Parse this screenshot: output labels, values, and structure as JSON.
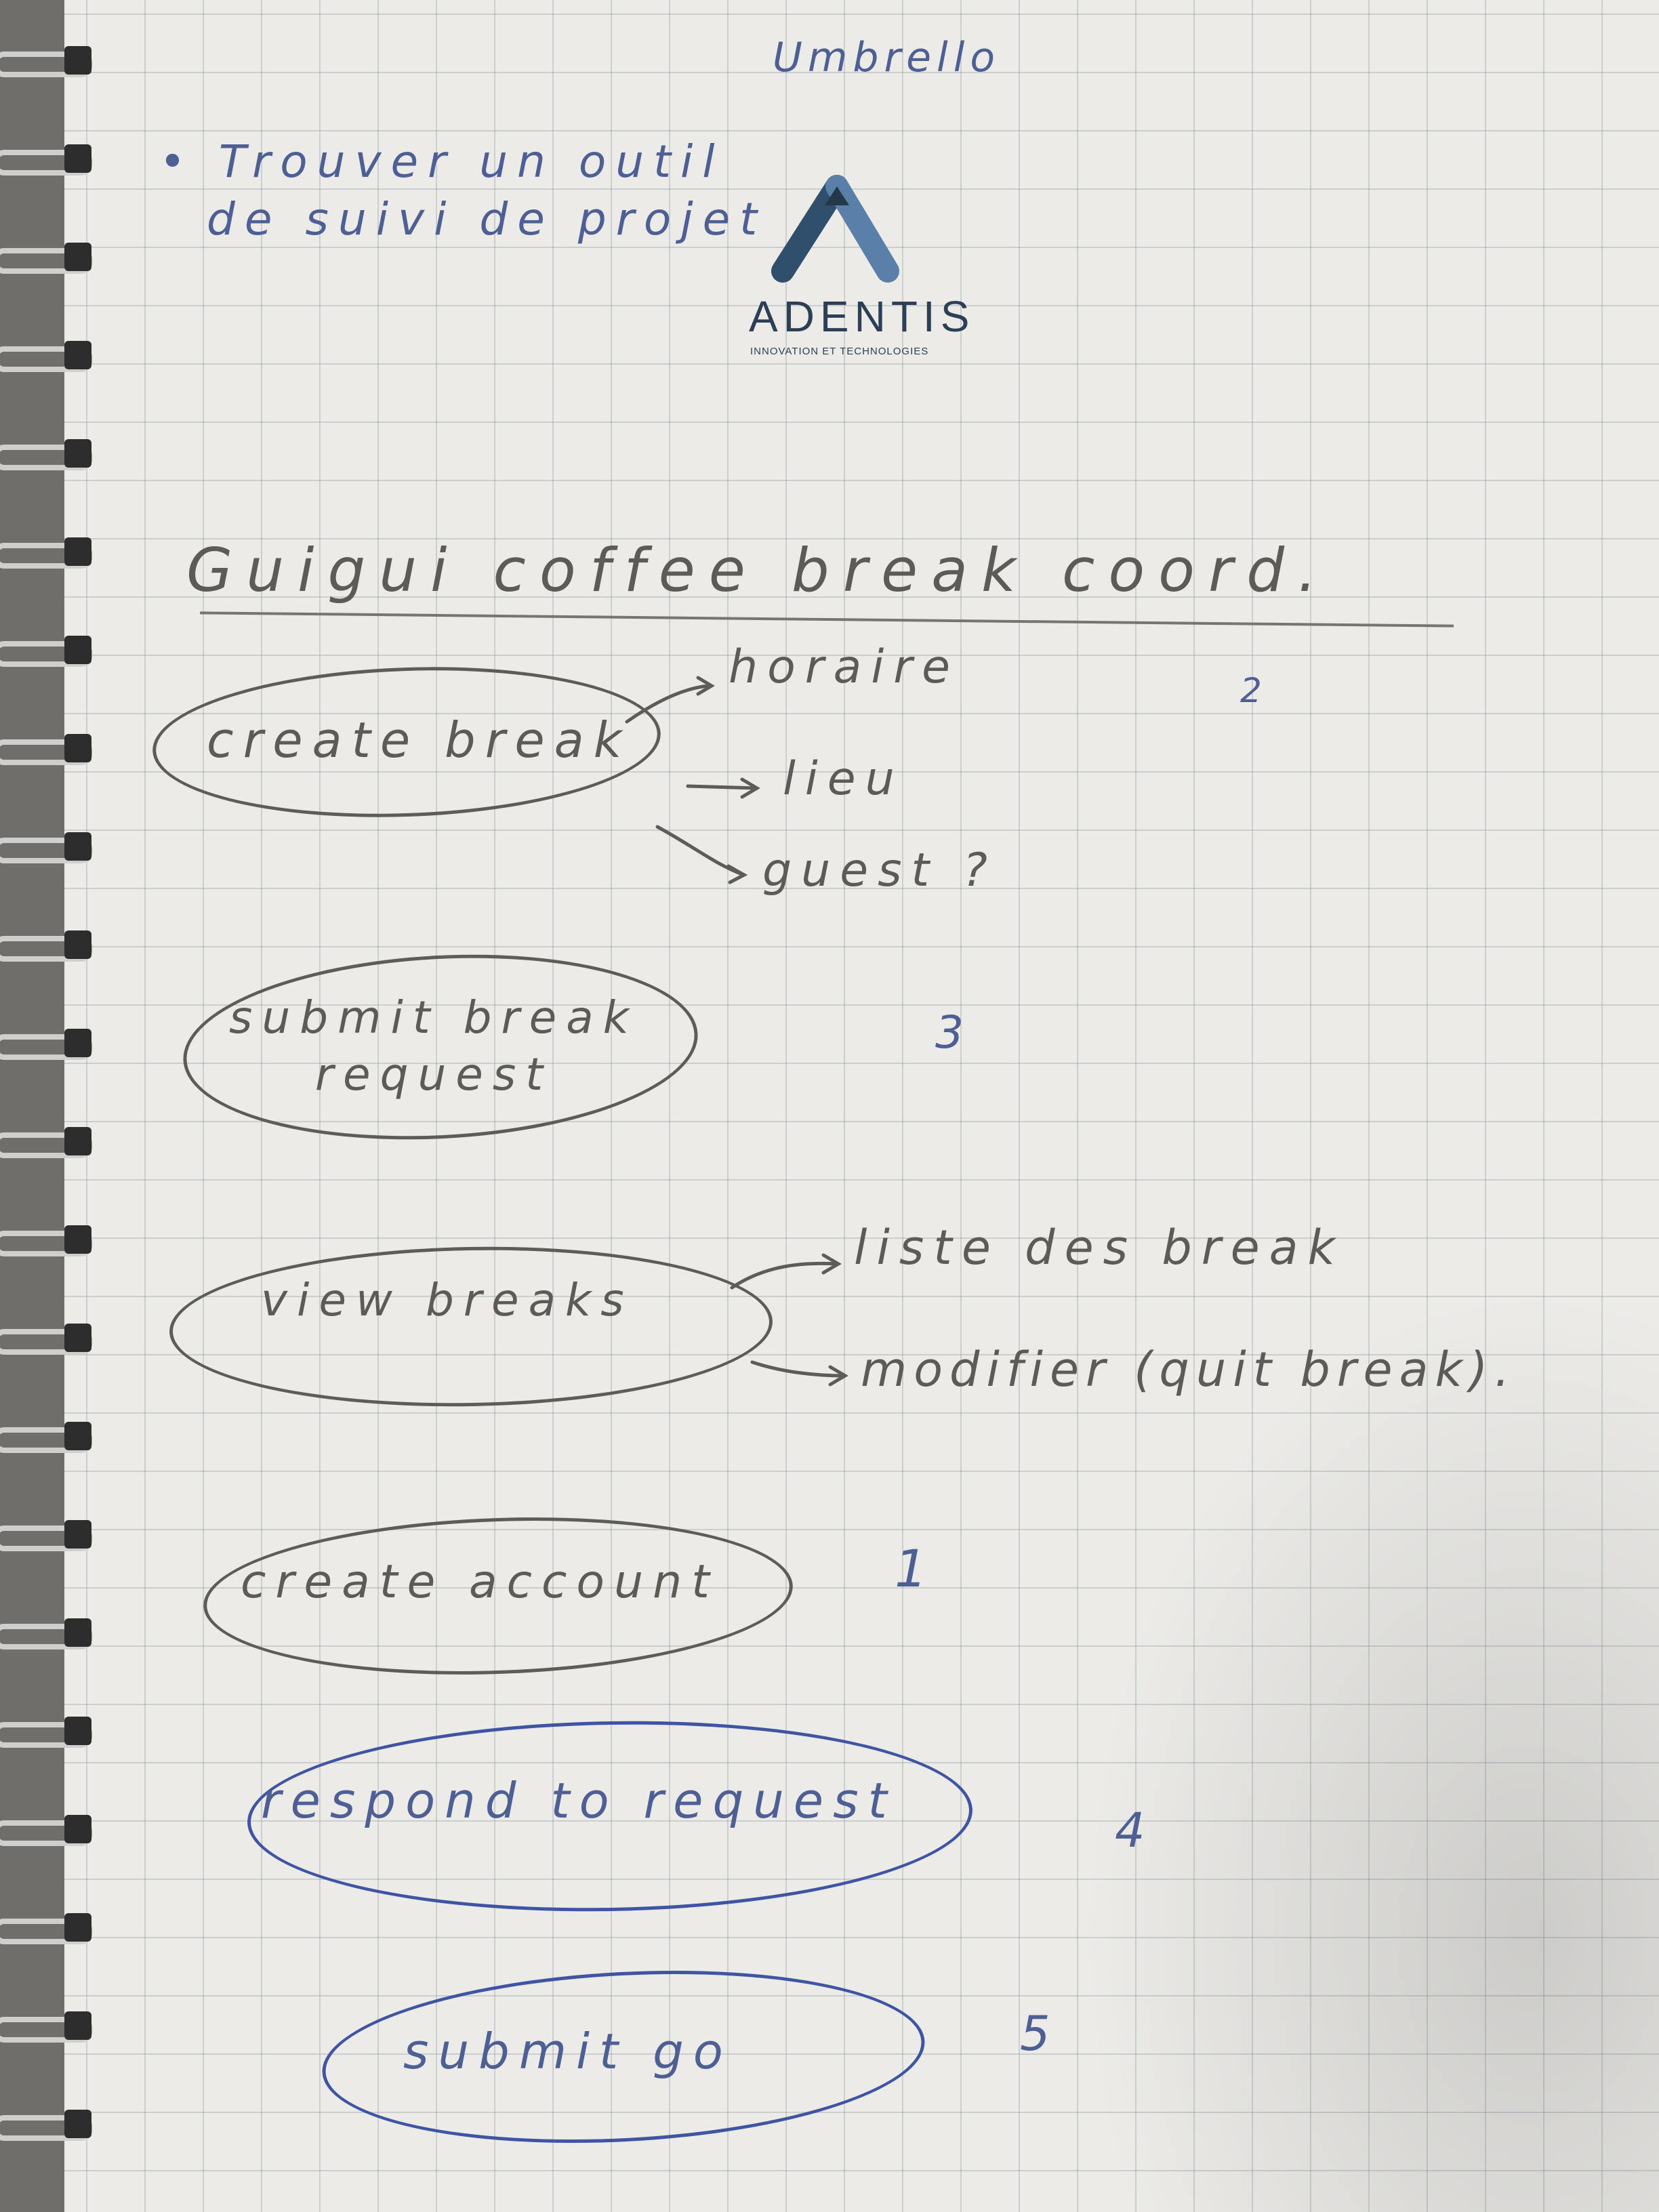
{
  "notebook": {
    "top_note": {
      "line1": "• Trouver un outil",
      "line2": "de suivi de projet",
      "corner": "Umbrello"
    },
    "logo": {
      "name": "ADENTIS",
      "tagline": "INNOVATION ET TECHNOLOGIES",
      "colors": [
        "#2f4f6d",
        "#5a7fa8"
      ]
    },
    "title": "Guigui coffee break coord.",
    "bubbles": [
      {
        "label": "create break",
        "number": "2"
      },
      {
        "label": "submit break request",
        "number": "3"
      },
      {
        "label": "view breaks",
        "number": ""
      },
      {
        "label": "create account",
        "number": "1"
      },
      {
        "label": "respond to request",
        "number": "4"
      },
      {
        "label": "submit go",
        "number": "5"
      }
    ],
    "create_break_details": [
      "horaire",
      "lieu",
      "guest ?"
    ],
    "view_breaks_details": [
      "liste des break",
      "modifier (quit break)."
    ]
  }
}
